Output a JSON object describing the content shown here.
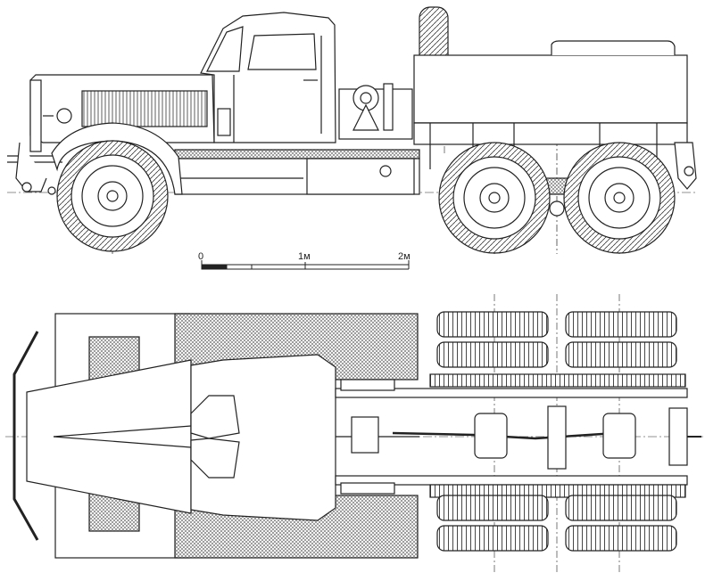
{
  "drawing": {
    "views": [
      "side-view",
      "top-view"
    ],
    "line_color": "#222222",
    "background": "#ffffff",
    "hatch_color": "#555555"
  },
  "scale_bar": {
    "labels": [
      "0",
      "1м",
      "2м"
    ]
  }
}
